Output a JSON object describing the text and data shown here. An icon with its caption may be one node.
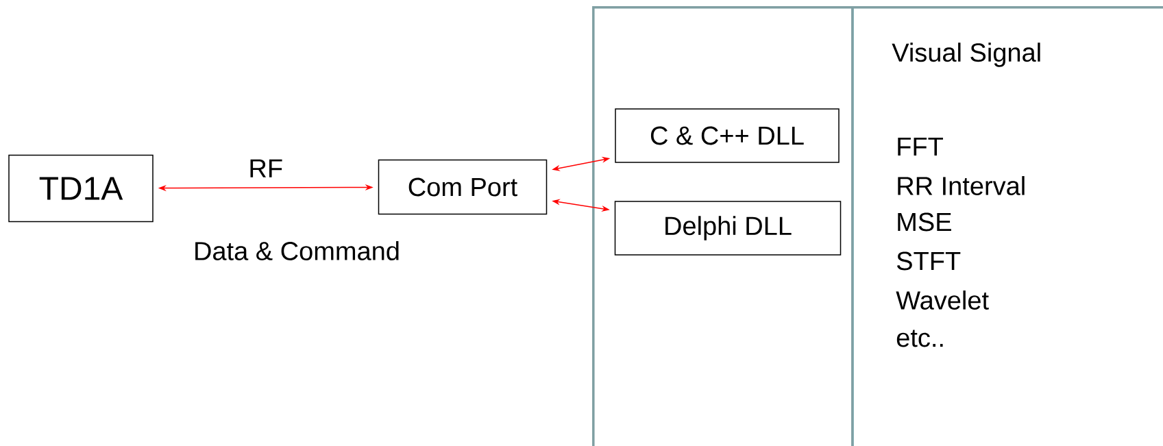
{
  "diagram": {
    "nodes": [
      {
        "text": [
          "TD1A"
        ]
      },
      {
        "text": [
          "Com Port"
        ]
      },
      {
        "text": [],
        "shape": "box"
      },
      {
        "text": [
          "C & C++ DLL"
        ],
        "in": 2
      },
      {
        "text": [
          "Delphi DLL"
        ],
        "in": 2
      },
      {
        "text": [
          "Visual Signal",
          "FFT",
          "RR Interval",
          "MSE",
          "STFT",
          "Wavelet",
          "etc.."
        ]
      }
    ],
    "edges": [
      {
        "from": 0,
        "to": 1,
        "arrow": "both",
        "label": "RF",
        "color": "#ff0000"
      },
      {
        "from": 1,
        "to": 3,
        "arrow": "both",
        "color": "#ff0000"
      },
      {
        "from": 1,
        "to": 4,
        "arrow": "both",
        "color": "#ff0000"
      }
    ],
    "labels": [
      "Data & Command"
    ]
  }
}
